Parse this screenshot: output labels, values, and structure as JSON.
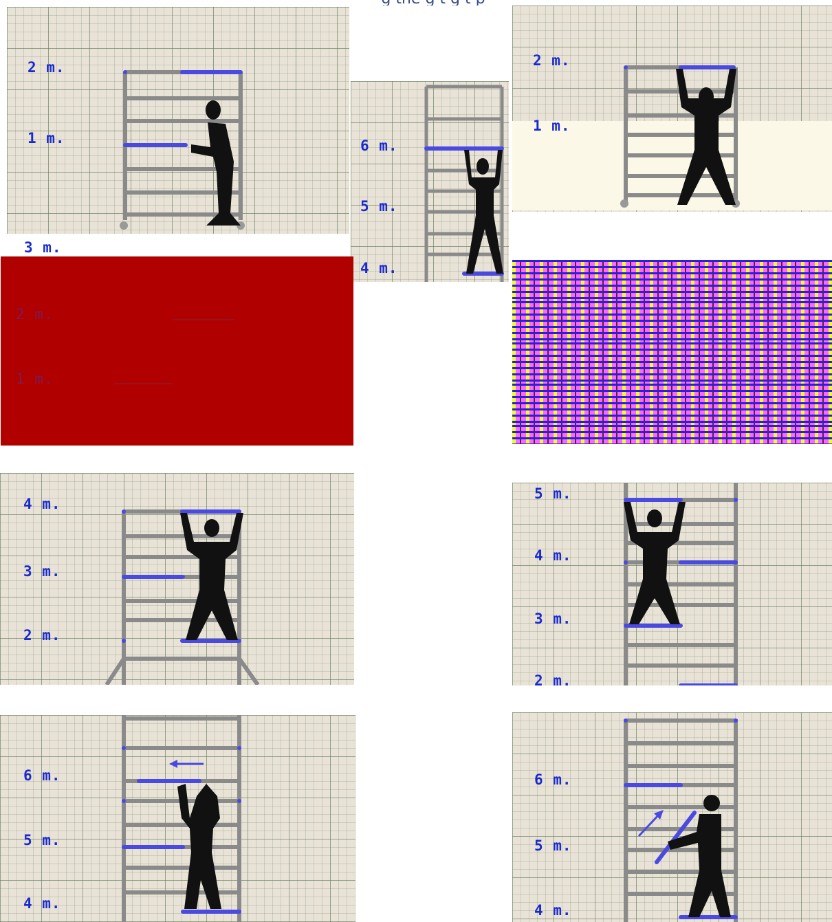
{
  "header": {
    "caption": "g    the    g    t   g    t   p"
  },
  "panels": [
    {
      "id": "p1",
      "labels": [
        "2 m.",
        "1 m."
      ]
    },
    {
      "id": "p2",
      "labels": [
        "6 m.",
        "5 m.",
        "4 m."
      ]
    },
    {
      "id": "p3",
      "labels": [
        "2 m.",
        "1 m."
      ]
    },
    {
      "id": "p4",
      "labels": [
        "3 m.",
        "2 m.",
        "1 m."
      ]
    },
    {
      "id": "p6",
      "labels": [
        "4 m.",
        "3 m.",
        "2 m."
      ]
    },
    {
      "id": "p7",
      "labels": [
        "5 m.",
        "4 m.",
        "3 m.",
        "2 m."
      ]
    },
    {
      "id": "p8",
      "labels": [
        "6 m.",
        "5 m.",
        "4 m."
      ]
    },
    {
      "id": "p9",
      "labels": [
        "6 m.",
        "5 m.",
        "4 m."
      ]
    }
  ],
  "colors": {
    "label": "#1a2ad0",
    "platform": "#4a4ae0",
    "frame": "#8a8a8a",
    "figure": "#111111",
    "grid_bg": "#e9e3d7",
    "red_bg": "#b00000"
  }
}
